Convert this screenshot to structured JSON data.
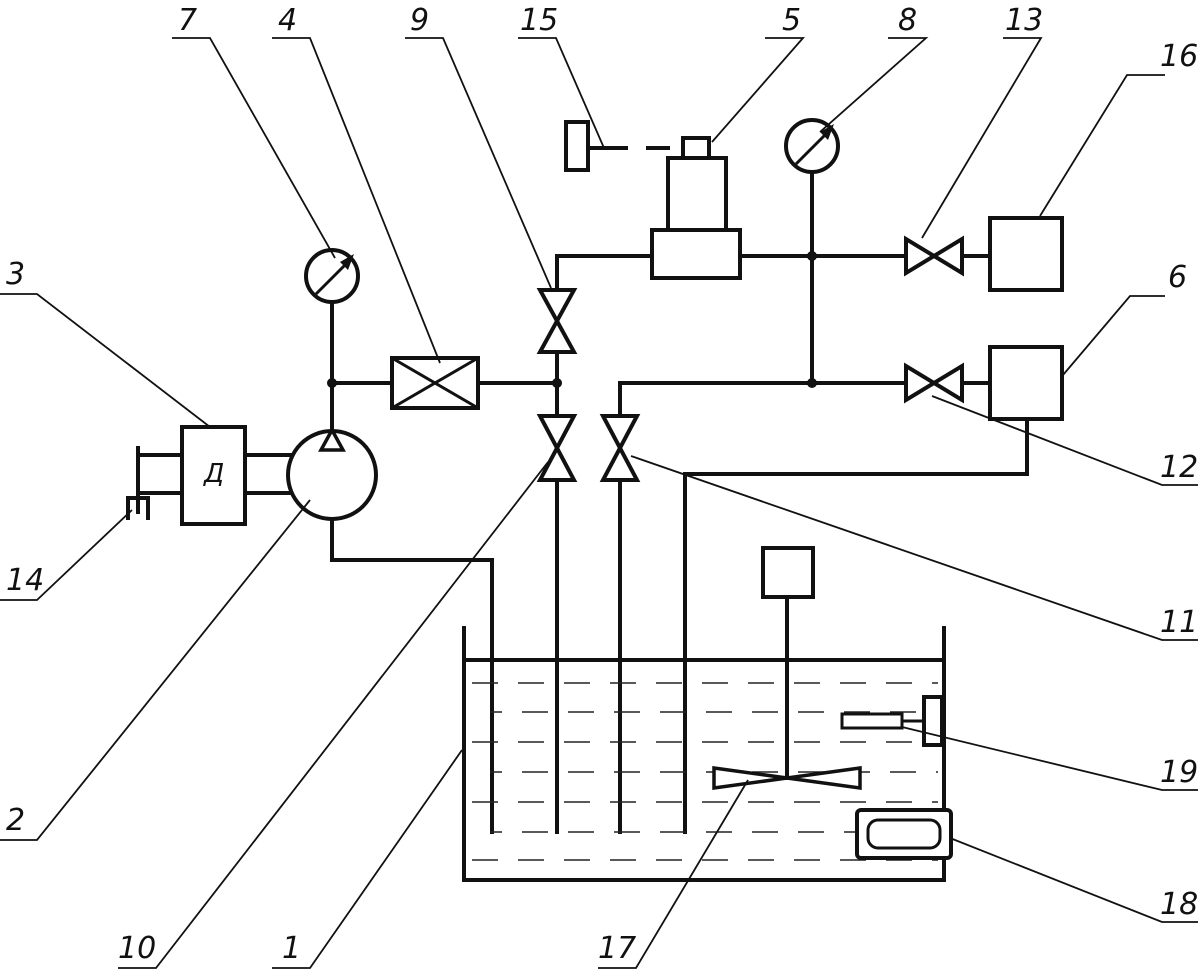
{
  "diagram": {
    "motor_letter": "Д",
    "callouts": {
      "c1": "1",
      "c2": "2",
      "c3": "3",
      "c4": "4",
      "c5": "5",
      "c6": "6",
      "c7": "7",
      "c8": "8",
      "c9": "9",
      "c10": "10",
      "c11": "11",
      "c12": "12",
      "c13": "13",
      "c14": "14",
      "c15": "15",
      "c16": "16",
      "c17": "17",
      "c18": "18",
      "c19": "19"
    }
  }
}
